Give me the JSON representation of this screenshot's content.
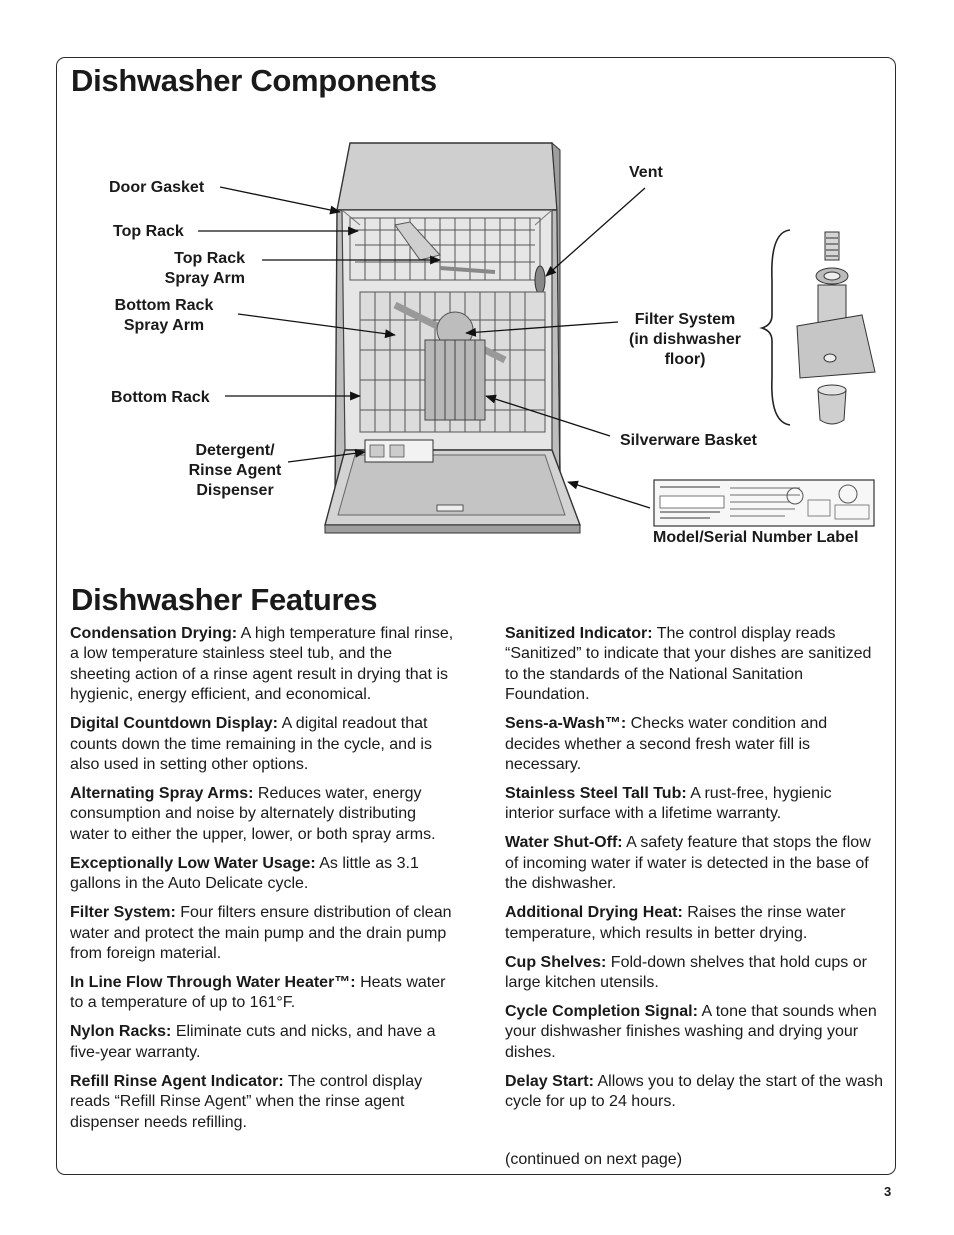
{
  "components": {
    "title": "Dishwasher Components",
    "labels": {
      "door_gasket": "Door Gasket",
      "top_rack": "Top Rack",
      "top_rack_spray_arm_1": "Top Rack",
      "top_rack_spray_arm_2": "Spray Arm",
      "bottom_rack_spray_arm_1": "Bottom Rack",
      "bottom_rack_spray_arm_2": "Spray Arm",
      "bottom_rack": "Bottom Rack",
      "detergent_1": "Detergent/",
      "detergent_2": "Rinse Agent",
      "detergent_3": "Dispenser",
      "vent": "Vent",
      "filter_1": "Filter System",
      "filter_2": "(in dishwasher",
      "filter_3": "floor)",
      "silverware_basket": "Silverware Basket",
      "model_serial_label": "Model/Serial Number Label"
    }
  },
  "features": {
    "title": "Dishwasher Features",
    "left": [
      {
        "term": "Condensation Drying:",
        "text": " A high temperature final rinse, a low temperature stainless steel tub, and the sheeting action of a rinse agent result in drying that is hygienic, energy efficient, and economical."
      },
      {
        "term": "Digital Countdown Display:",
        "text": " A digital readout that counts down the time remaining in the cycle, and is also used in setting other options."
      },
      {
        "term": "Alternating Spray Arms:",
        "text": " Reduces water, energy consumption and noise by alternately distributing water to either the upper, lower, or both spray arms."
      },
      {
        "term": "Exceptionally Low Water Usage:",
        "text": " As little as 3.1 gallons in the Auto Delicate cycle."
      },
      {
        "term": "Filter System:",
        "text": " Four filters ensure distribution of clean water and protect the main pump and the drain pump from foreign material."
      },
      {
        "term": "In Line Flow Through Water Heater™:",
        "text": " Heats water to a temperature of up to 161°F."
      },
      {
        "term": "Nylon Racks:",
        "text": " Eliminate cuts and nicks, and have a five-year warranty."
      },
      {
        "term": "Refill Rinse Agent Indicator:",
        "text": " The control display reads “Refill Rinse Agent” when the rinse agent dispenser needs refilling."
      }
    ],
    "right": [
      {
        "term": "Sanitized Indicator:",
        "text": " The control display reads “Sanitized” to indicate that your dishes are sanitized to the standards of the National Sanitation Foundation."
      },
      {
        "term": "Sens-a-Wash™:",
        "text": " Checks water condition and decides whether a second fresh water fill is necessary."
      },
      {
        "term": "Stainless Steel Tall Tub:",
        "text": " A rust-free, hygienic interior surface with a lifetime warranty."
      },
      {
        "term": "Water Shut-Off:",
        "text": " A safety feature that stops the flow of incoming water if water is detected in the base of the dishwasher."
      },
      {
        "term": "Additional Drying Heat:",
        "text": " Raises the rinse water temperature, which results in better drying."
      },
      {
        "term": "Cup Shelves:",
        "text": " Fold-down shelves that hold cups or large kitchen utensils."
      },
      {
        "term": "Cycle Completion Signal:",
        "text": " A tone that sounds when your dishwasher finishes washing and drying your dishes."
      },
      {
        "term": "Delay Start:",
        "text": " Allows you to delay the start of the wash cycle for up to 24 hours."
      }
    ],
    "continued": "(continued on next page)"
  },
  "page_number": "3"
}
